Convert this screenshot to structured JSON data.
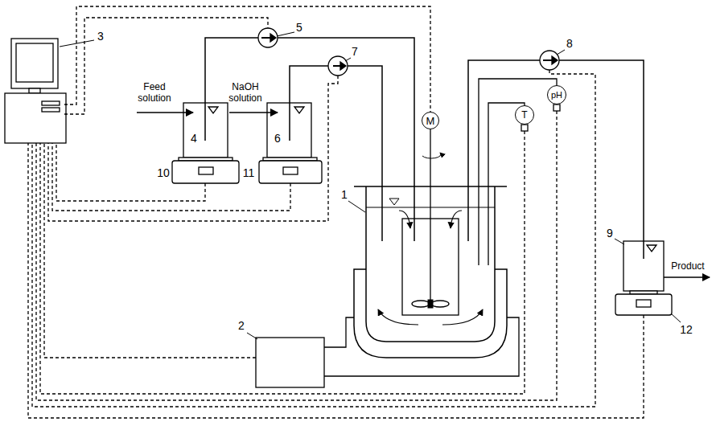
{
  "diagram": {
    "nodes": [
      {
        "text": [
          "M"
        ]
      },
      {
        "text": [
          "pH"
        ]
      },
      {
        "text": [
          "T"
        ]
      }
    ],
    "labels": [
      "3",
      "Feed solution",
      "4",
      "10",
      "NaOH solution",
      "6",
      "11",
      "5",
      "7",
      "1",
      "2",
      "8",
      "9",
      "Product",
      "12"
    ]
  }
}
